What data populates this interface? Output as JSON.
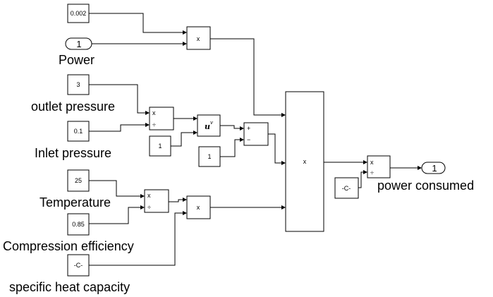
{
  "blocks": {
    "const_0002": "0.002",
    "inport_1": "1",
    "const_3": "3",
    "const_01": "0.1",
    "const_1a": "1",
    "const_1b": "1",
    "const_25": "25",
    "const_085": "0.85",
    "const_c1": "-C-",
    "const_c2": "-C-",
    "outport_1": "1",
    "mult_top": "x",
    "mult_mid": "x",
    "mult_big": "x",
    "pow_base": "u",
    "pow_exp": "v"
  },
  "ops": {
    "multiply": "x",
    "divide": "÷",
    "plus": "+",
    "minus": "−"
  },
  "labels": {
    "power": "Power",
    "outlet_pressure": "outlet pressure",
    "inlet_pressure": "Inlet pressure",
    "temperature": "Temperature",
    "compression_efficiency": "Compression efficiency",
    "specific_heat": "specific heat capacity",
    "power_consumed": "power consumed"
  }
}
